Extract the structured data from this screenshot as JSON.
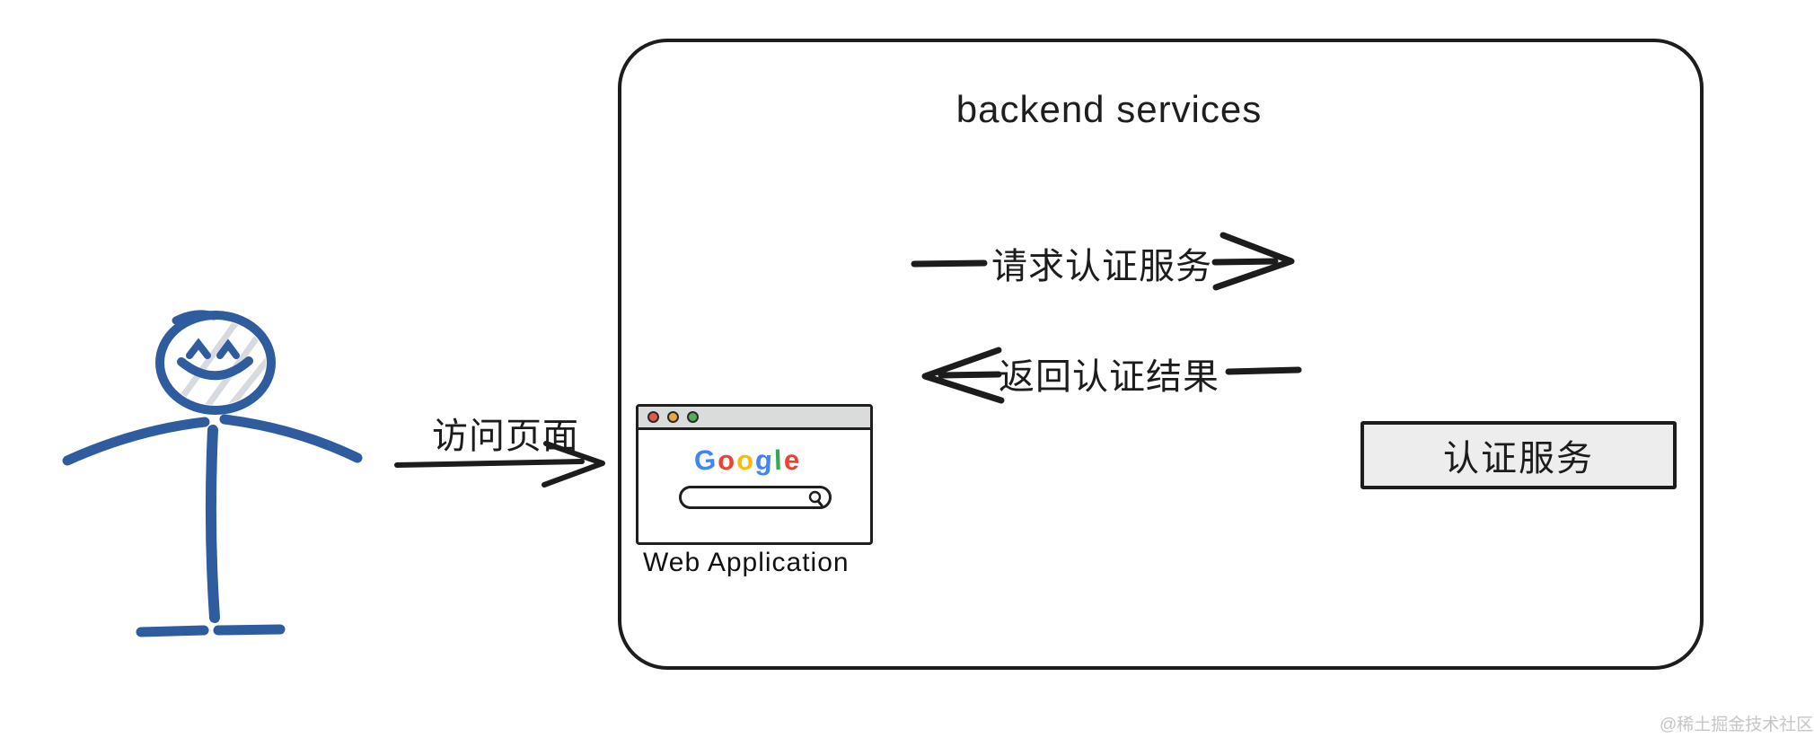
{
  "backend_box": {
    "title": "backend services",
    "border_color": "#1d1d1d"
  },
  "actor": {
    "description": "smiling stick figure user",
    "color": "#2e5c9f"
  },
  "visit_arrow": {
    "label": "访问页面",
    "direction": "right"
  },
  "request_arrow": {
    "label": "请求认证服务",
    "direction": "right"
  },
  "response_arrow": {
    "label": "返回认证结果",
    "direction": "left"
  },
  "browser": {
    "caption": "Web Application",
    "titlebar_color": "#d9dcdb",
    "traffic_lights": [
      {
        "name": "red",
        "color": "#e05a4d"
      },
      {
        "name": "yellow",
        "color": "#eaa93c"
      },
      {
        "name": "green",
        "color": "#57ad57"
      }
    ],
    "logo_letters": [
      {
        "char": "G",
        "color": "#4285f4"
      },
      {
        "char": "o",
        "color": "#ea4335"
      },
      {
        "char": "o",
        "color": "#fbbc05"
      },
      {
        "char": "g",
        "color": "#4285f4"
      },
      {
        "char": "l",
        "color": "#34a853"
      },
      {
        "char": "e",
        "color": "#ea4335"
      }
    ],
    "search_placeholder": ""
  },
  "auth_service_box": {
    "label": "认证服务",
    "fill_color": "#ededed"
  },
  "watermark": {
    "text": "@稀土掘金技术社区",
    "color": "#c6c5c7"
  },
  "ink_color": "#1c1c1c"
}
